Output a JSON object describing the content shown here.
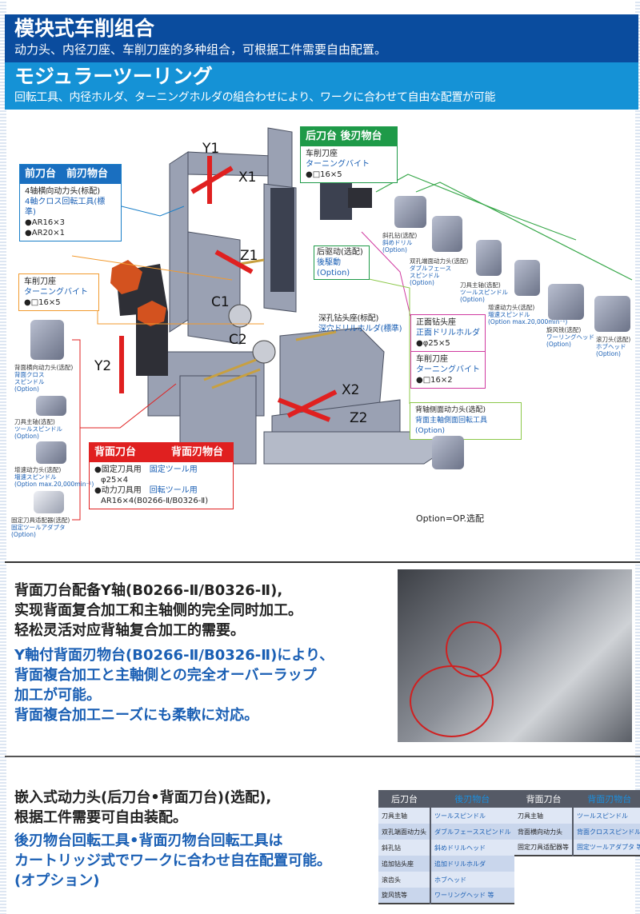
{
  "header": {
    "title_cn": "模块式车削组合",
    "subtitle_cn": "动力头、内径刀座、车削刀座的多种组合，可根据工件需要自由配置。",
    "title_jp": "モジュラーツーリング",
    "subtitle_jp": "回転工具、内径ホルダ、ターニングホルダの組合わせにより、ワークに合わせて自由な配置が可能"
  },
  "axes": {
    "y1": "Y1",
    "x1": "X1",
    "z1": "Z1",
    "c1": "C1",
    "c2": "C2",
    "y2": "Y2",
    "x2": "X2",
    "z2": "Z2"
  },
  "front": {
    "title": "前刀台　前刃物台",
    "line1": "4轴横向动力头(标配)",
    "line2": "4軸クロス回転工具(標準)",
    "spec1": "●AR16×3",
    "spec2": "●AR20×1"
  },
  "turning_left": {
    "line1": "车削刀座",
    "line2": "ターニングバイト",
    "spec": "●□16×5"
  },
  "rear": {
    "title": "后刀台 後刃物台",
    "line1": "车削刀座",
    "line2": "ターニングバイト",
    "spec": "●□16×5"
  },
  "rear_drive": {
    "line1": "后驱动(选配)",
    "line2": "後駆動(Option)"
  },
  "deep_drill": {
    "line1": "深孔钻头座(标配)",
    "line2": "深穴ドリルホルダ(標準)"
  },
  "front_drill": {
    "line1": "正面钻头座",
    "line2": "正面ドリルホルダ",
    "spec": "●φ25×5",
    "line3": "车削刀座",
    "line4": "ターニングバイト",
    "spec2": "●□16×2"
  },
  "side_spindle": {
    "line1": "背轴侧面动力头(选配)",
    "line2": "背面主軸側面回転工具(Option)"
  },
  "back": {
    "title1": "背面刀台",
    "title2": "背面刃物台",
    "r1a": "●固定刀具用",
    "r1b": "固定ツール用",
    "r1c": "φ25×4",
    "r2a": "●动力刀具用",
    "r2b": "回転ツール用",
    "r2c": "AR16×4(B0266-Ⅱ/B0326-Ⅱ)"
  },
  "rear_options": [
    {
      "cn": "斜孔钻(选配)",
      "jp": "斜めドリル",
      "opt": "(Option)"
    },
    {
      "cn": "双孔端面动力头(选配)",
      "jp": "ダブルフェース",
      "jp2": "スピンドル",
      "opt": "(Option)"
    },
    {
      "cn": "刀具主轴(选配)",
      "jp": "ツールスピンドル",
      "opt": "(Option)"
    },
    {
      "cn": "增速动力头(选配)",
      "jp": "増速スピンドル",
      "opt": "(Option max.20,000min⁻¹)"
    },
    {
      "cn": "旋风铣(选配)",
      "jp": "ワーリングヘッド",
      "opt": "(Option)"
    },
    {
      "cn": "滚刀头(选配)",
      "jp": "ホブヘッド",
      "opt": "(Option)"
    }
  ],
  "back_options": [
    {
      "cn": "背面横向动力头(选配)",
      "jp": "背面クロス",
      "jp2": "スピンドル",
      "opt": "(Option)"
    },
    {
      "cn": "刀具主轴(选配)",
      "jp": "ツールスピンドル",
      "opt": "(Option)"
    },
    {
      "cn": "增速动力头(选配)",
      "jp": "増速スピンドル",
      "opt": "(Option max.20,000min⁻¹)"
    },
    {
      "cn": "固定刀具适配器(选配)",
      "jp": "固定ツールアダプタ",
      "opt": "(Option)"
    }
  ],
  "option_note": "Option=OP.选配",
  "section2": {
    "cn": [
      "背面刀台配备Y轴(B0266-Ⅱ/B0326-Ⅱ),",
      "实现背面复合加工和主轴侧的完全同时加工。",
      "轻松灵活对应背轴复合加工的需要。"
    ],
    "jp": [
      "Y軸付背面刃物台(B0266-Ⅱ/B0326-Ⅱ)により、",
      "背面複合加工と主軸側との完全オーバーラップ",
      "加工が可能。",
      "背面複合加工ニーズにも柔軟に対応。"
    ]
  },
  "section3": {
    "cn": [
      "嵌入式动力头(后刀台•背面刀台)(选配),",
      "根据工件需要可自由装配。"
    ],
    "jp": [
      "後刃物台回転工具•背面刃物台回転工具は",
      "カートリッジ式でワークに合わせ自在配置可能。",
      "(オプション)"
    ]
  },
  "table1": {
    "headers": [
      "后刀台",
      "後刃物台"
    ],
    "rows": [
      [
        "刀具主轴",
        "ツールスピンドル"
      ],
      [
        "双孔端面动力头",
        "ダブルフェーススピンドル"
      ],
      [
        "斜孔钻",
        "斜めドリルヘッド"
      ],
      [
        "追加钻头座",
        "追加ドリルホルダ"
      ],
      [
        "滚齿头",
        "ホブヘッド"
      ],
      [
        "旋风铣等",
        "ワーリングヘッド 等"
      ]
    ]
  },
  "table2": {
    "headers": [
      "背面刀台",
      "背面刃物台"
    ],
    "rows": [
      [
        "刀具主轴",
        "ツールスピンドル"
      ],
      [
        "背面横向动力头",
        "背面クロススピンドル"
      ],
      [
        "固定刀具适配器等",
        "固定ツールアダプタ 等"
      ]
    ]
  }
}
